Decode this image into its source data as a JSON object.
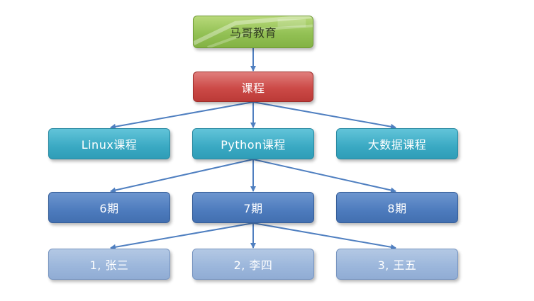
{
  "nodes": {
    "root": "马哥教育",
    "course": "课程",
    "linux_course": "Linux课程",
    "python_course": "Python课程",
    "bigdata_course": "大数据课程",
    "term_6": "6期",
    "term_7": "7期",
    "term_8": "8期",
    "student_1": "1, 张三",
    "student_2": "2, 李四",
    "student_3": "3, 王五"
  },
  "colors": {
    "root": "#93c155",
    "course": "#cc4a47",
    "level2": "#3aa9c3",
    "level3": "#4d7bbd",
    "level4": "#9bb6db",
    "arrow": "#4f7fc0"
  }
}
